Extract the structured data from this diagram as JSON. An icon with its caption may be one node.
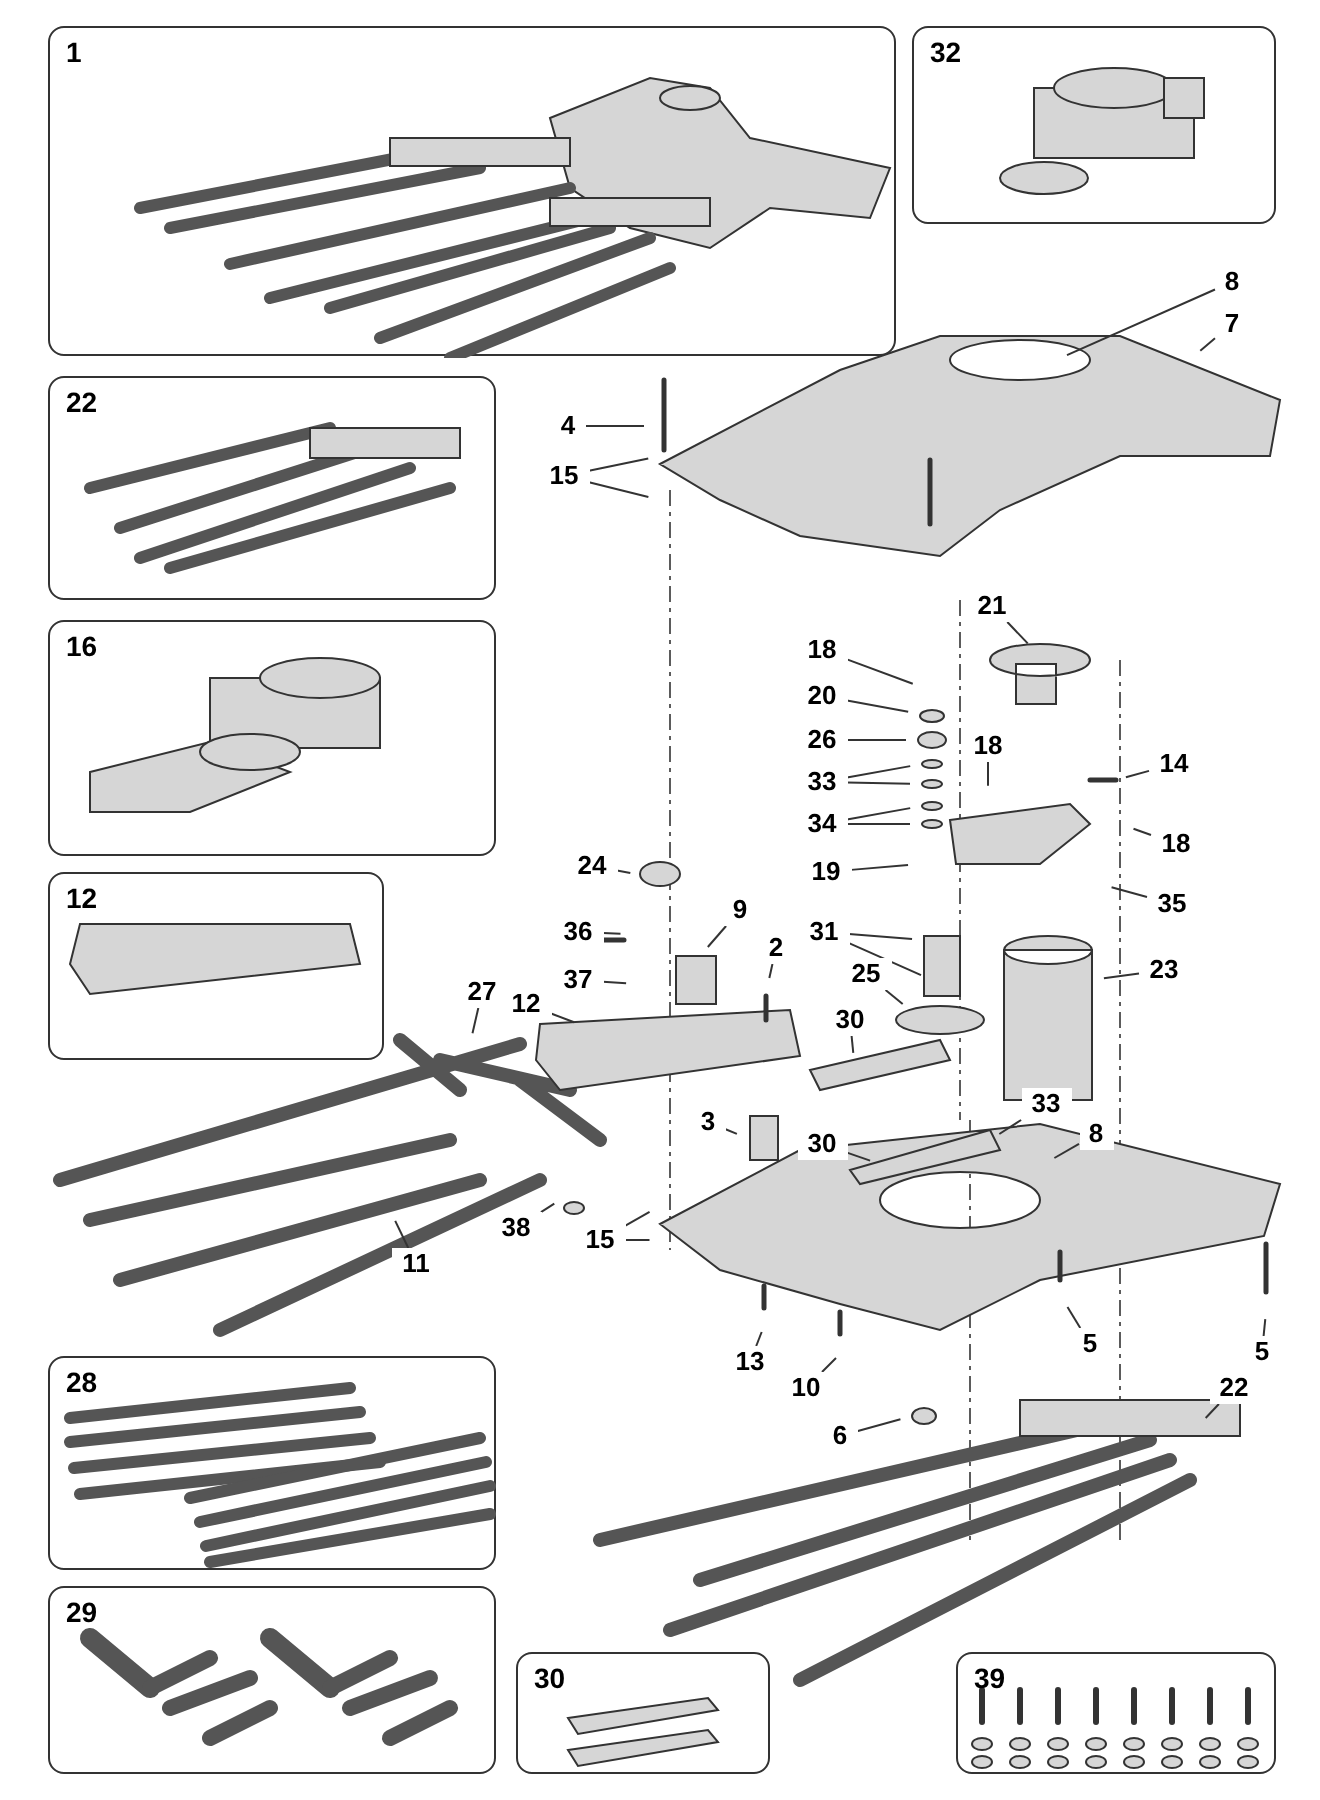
{
  "diagram": {
    "nodes": [
      {
        "text": [
          "1"
        ]
      },
      {
        "text": [
          "32"
        ]
      },
      {
        "text": [
          "22"
        ]
      },
      {
        "text": [
          "16"
        ]
      },
      {
        "text": [
          "12"
        ]
      },
      {
        "text": [
          "28"
        ]
      },
      {
        "text": [
          "29"
        ]
      },
      {
        "text": [
          "30"
        ]
      },
      {
        "text": [
          "39"
        ]
      },
      {
        "text": [
          "8"
        ]
      },
      {
        "text": [
          "7"
        ]
      },
      {
        "text": [
          "4"
        ]
      },
      {
        "text": [
          "15"
        ]
      },
      {
        "text": [
          "21"
        ]
      },
      {
        "text": [
          "18"
        ]
      },
      {
        "text": [
          "20"
        ]
      },
      {
        "text": [
          "26"
        ]
      },
      {
        "text": [
          "33"
        ]
      },
      {
        "text": [
          "34"
        ]
      },
      {
        "text": [
          "18"
        ]
      },
      {
        "text": [
          "14"
        ]
      },
      {
        "text": [
          "18"
        ]
      },
      {
        "text": [
          "19"
        ]
      },
      {
        "text": [
          "35"
        ]
      },
      {
        "text": [
          "24"
        ]
      },
      {
        "text": [
          "36"
        ]
      },
      {
        "text": [
          "9"
        ]
      },
      {
        "text": [
          "2"
        ]
      },
      {
        "text": [
          "31"
        ]
      },
      {
        "text": [
          "37"
        ]
      },
      {
        "text": [
          "25"
        ]
      },
      {
        "text": [
          "23"
        ]
      },
      {
        "text": [
          "27"
        ]
      },
      {
        "text": [
          "12"
        ]
      },
      {
        "text": [
          "30"
        ]
      },
      {
        "text": [
          "33"
        ]
      },
      {
        "text": [
          "3"
        ]
      },
      {
        "text": [
          "30"
        ]
      },
      {
        "text": [
          "8"
        ]
      },
      {
        "text": [
          "38"
        ]
      },
      {
        "text": [
          "15"
        ]
      },
      {
        "text": [
          "11"
        ]
      },
      {
        "text": [
          "13"
        ]
      },
      {
        "text": [
          "10"
        ]
      },
      {
        "text": [
          "5"
        ]
      },
      {
        "text": [
          "5"
        ]
      },
      {
        "text": [
          "6"
        ]
      },
      {
        "text": [
          "22"
        ]
      }
    ],
    "edges": [
      {
        "from": 9,
        "to": null,
        "arrow": "none"
      },
      {
        "from": 10,
        "to": null,
        "arrow": "none"
      },
      {
        "from": 11,
        "to": null,
        "arrow": "none"
      },
      {
        "from": 12,
        "to": null,
        "arrow": "none"
      },
      {
        "from": 12,
        "to": null,
        "arrow": "none"
      },
      {
        "from": 13,
        "to": null,
        "arrow": "none"
      },
      {
        "from": 14,
        "to": null,
        "arrow": "none"
      },
      {
        "from": 15,
        "to": null,
        "arrow": "none"
      },
      {
        "from": 16,
        "to": null,
        "arrow": "none"
      },
      {
        "from": 17,
        "to": null,
        "arrow": "none"
      },
      {
        "from": 17,
        "to": null,
        "arrow": "none"
      },
      {
        "from": 18,
        "to": null,
        "arrow": "none"
      },
      {
        "from": 18,
        "to": null,
        "arrow": "none"
      },
      {
        "from": 19,
        "to": null,
        "arrow": "none"
      },
      {
        "from": 20,
        "to": null,
        "arrow": "none"
      },
      {
        "from": 21,
        "to": null,
        "arrow": "none"
      },
      {
        "from": 22,
        "to": null,
        "arrow": "none"
      },
      {
        "from": 23,
        "to": null,
        "arrow": "none"
      },
      {
        "from": 24,
        "to": null,
        "arrow": "none"
      },
      {
        "from": 25,
        "to": null,
        "arrow": "none"
      },
      {
        "from": 26,
        "to": null,
        "arrow": "none"
      },
      {
        "from": 27,
        "to": null,
        "arrow": "none"
      },
      {
        "from": 28,
        "to": null,
        "arrow": "none"
      },
      {
        "from": 28,
        "to": null,
        "arrow": "none"
      },
      {
        "from": 29,
        "to": null,
        "arrow": "none"
      },
      {
        "from": 30,
        "to": null,
        "arrow": "none"
      },
      {
        "from": 31,
        "to": null,
        "arrow": "none"
      },
      {
        "from": 32,
        "to": null,
        "arrow": "none"
      },
      {
        "from": 33,
        "to": null,
        "arrow": "none"
      },
      {
        "from": 34,
        "to": null,
        "arrow": "none"
      },
      {
        "from": 35,
        "to": null,
        "arrow": "none"
      },
      {
        "from": 36,
        "to": null,
        "arrow": "none"
      },
      {
        "from": 37,
        "to": null,
        "arrow": "none"
      },
      {
        "from": 38,
        "to": null,
        "arrow": "none"
      },
      {
        "from": 39,
        "to": null,
        "arrow": "none"
      },
      {
        "from": 40,
        "to": null,
        "arrow": "none"
      },
      {
        "from": 40,
        "to": null,
        "arrow": "none"
      },
      {
        "from": 41,
        "to": null,
        "arrow": "none"
      },
      {
        "from": 42,
        "to": null,
        "arrow": "none"
      },
      {
        "from": 43,
        "to": null,
        "arrow": "none"
      },
      {
        "from": 44,
        "to": null,
        "arrow": "none"
      },
      {
        "from": 45,
        "to": null,
        "arrow": "none"
      },
      {
        "from": 46,
        "to": null,
        "arrow": "none"
      },
      {
        "from": 47,
        "to": null,
        "arrow": "none"
      }
    ]
  }
}
